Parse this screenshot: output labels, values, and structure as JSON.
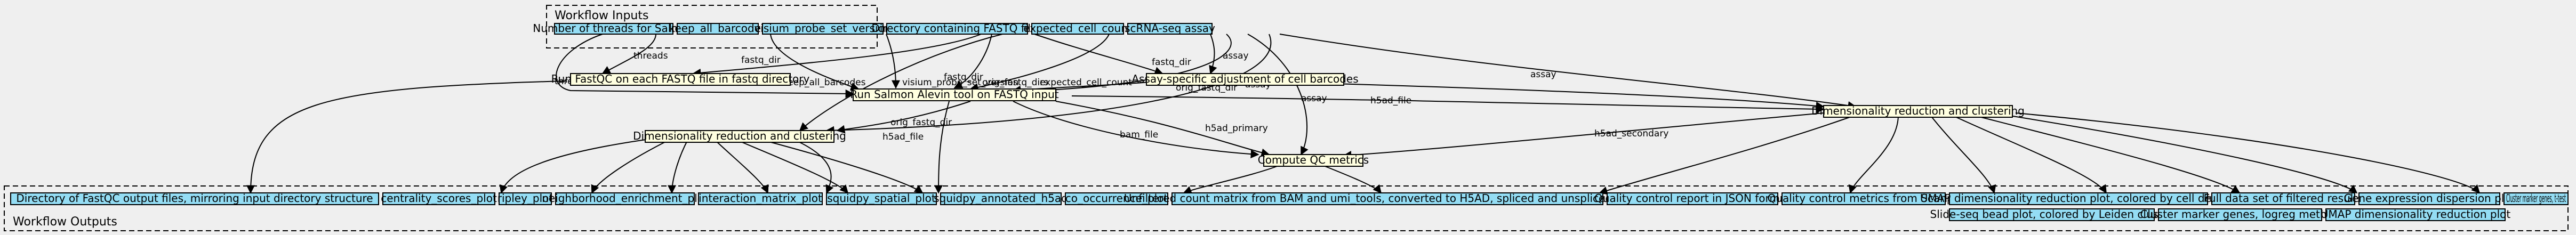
{
  "clusters": {
    "inputs_label": "Workflow Inputs",
    "outputs_label": "Workflow Outputs"
  },
  "inputs": [
    {
      "id": "threads",
      "label": "Number of threads for Salmon"
    },
    {
      "id": "keep_all_barcodes",
      "label": "keep_all_barcodes"
    },
    {
      "id": "visium_probe_set_version",
      "label": "visium_probe_set_version"
    },
    {
      "id": "fastq_dir",
      "label": "Directory containing FASTQ files"
    },
    {
      "id": "expected_cell_count",
      "label": "expected_cell_count"
    },
    {
      "id": "assay",
      "label": "scRNA-seq assay"
    }
  ],
  "steps": [
    {
      "id": "fastqc",
      "label": "Run FastQC on each FASTQ file in fastq directory"
    },
    {
      "id": "adjust",
      "label": "Assay-specific adjustment of cell barcodes"
    },
    {
      "id": "salmon",
      "label": "Run Salmon Alevin tool on FASTQ input"
    },
    {
      "id": "dimred_right",
      "label": "Dimensionality reduction and clustering"
    },
    {
      "id": "dimred_left",
      "label": "Dimensionality reduction and clustering"
    },
    {
      "id": "qc",
      "label": "Compute QC metrics"
    }
  ],
  "outputs": [
    {
      "id": "fastqc_dir",
      "label": "Directory of FastQC output files, mirroring input directory structure"
    },
    {
      "id": "centrality",
      "label": "centrality_scores_plot"
    },
    {
      "id": "ripley",
      "label": "ripley_plot"
    },
    {
      "id": "neighborhood",
      "label": "neighborhood_enrichment_plot"
    },
    {
      "id": "interaction",
      "label": "interaction_matrix_plot"
    },
    {
      "id": "spatial",
      "label": "squidpy_spatial_plot"
    },
    {
      "id": "annotated",
      "label": "squidpy_annotated_h5ad"
    },
    {
      "id": "cooccurrence",
      "label": "co_occurrence_plot"
    },
    {
      "id": "count_matrix",
      "label": "Unfiltered count matrix from BAM and umi_tools, converted to H5AD, spliced and unspliced counts"
    },
    {
      "id": "qc_json",
      "label": "Quality control report in JSON format"
    },
    {
      "id": "qc_scanpy",
      "label": "Quality control metrics from Scanpy"
    },
    {
      "id": "umap_density",
      "label": "UMAP dimensionality reduction plot, colored by cell density"
    },
    {
      "id": "full_data",
      "label": "Full data set of filtered results"
    },
    {
      "id": "dispersion",
      "label": "Gene expression dispersion plot"
    },
    {
      "id": "markers_ttest",
      "label": "Cluster marker genes, t-test"
    },
    {
      "id": "slideseq",
      "label": "Slide-seq bead plot, colored by Leiden cluster"
    },
    {
      "id": "markers_logreg",
      "label": "Cluster marker genes, logreg method"
    },
    {
      "id": "umap_plot",
      "label": "UMAP dimensionality reduction plot"
    }
  ],
  "edge_labels": {
    "threads_a": "threads",
    "threads_b": "threads",
    "keep_all_barcodes": "keep_all_barcodes",
    "visium": "visium_probe_set_version",
    "fastq_dir_a": "fastq_dir",
    "fastq_dir_b": "fastq_dir",
    "orig_fastq_dirs": "orig_fastq_dirs",
    "expected_cell_count": "expected_cell_count",
    "assay_a": "assay",
    "assay_b": "assay",
    "assay_c": "assay",
    "assay_d": "assay",
    "fastq_dir_c": "fastq_dir",
    "orig_fastq_dir_a": "orig_fastq_dir",
    "orig_fastq_dir_b": "orig_fastq_dir",
    "h5ad_file_a": "h5ad_file",
    "h5ad_file_b": "h5ad_file",
    "h5ad_primary": "h5ad_primary",
    "bam_file": "bam_file",
    "h5ad_secondary": "h5ad_secondary"
  },
  "colors": {
    "background": "#efefef",
    "input_fill": "#94ddf4",
    "output_fill": "#94ddf4",
    "step_fill": "#ffffe0",
    "stroke": "#000000"
  }
}
